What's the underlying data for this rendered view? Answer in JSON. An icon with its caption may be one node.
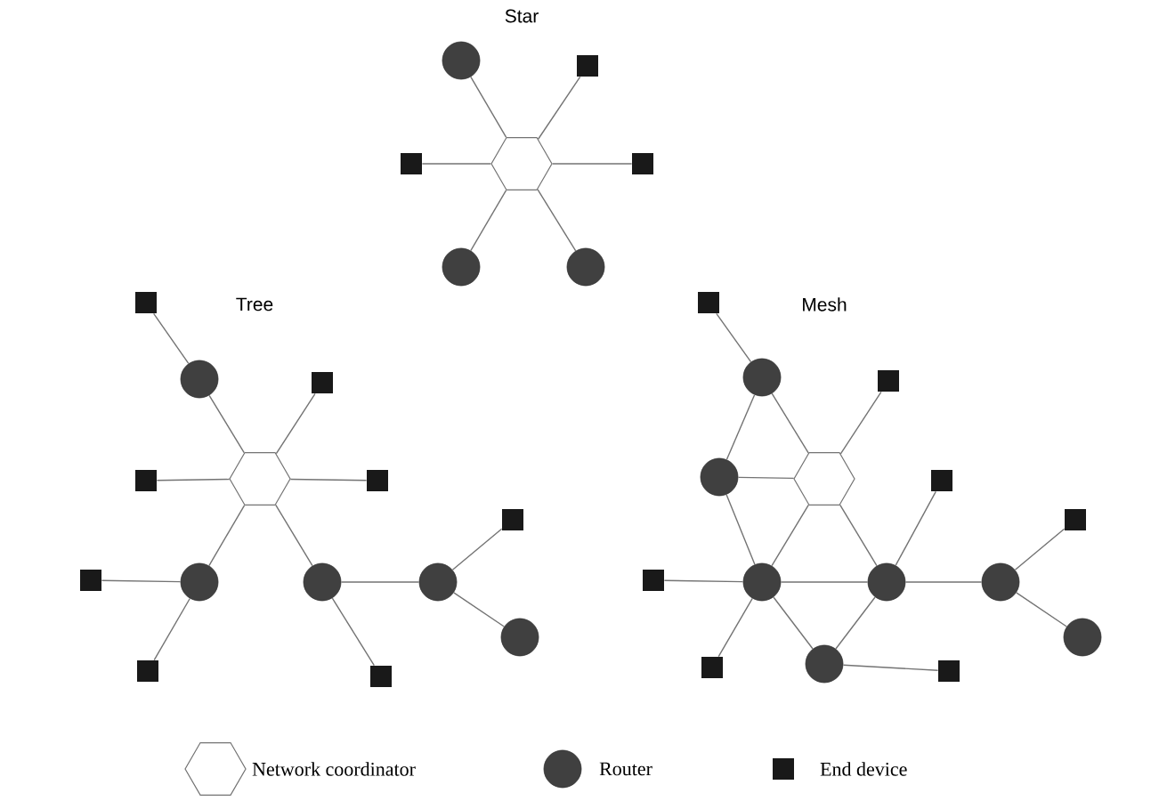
{
  "diagram": {
    "nodes": [
      {
        "text": [],
        "shape": "hexagon"
      },
      {
        "text": [],
        "shape": "circle"
      },
      {
        "text": [],
        "shape": "box"
      },
      {
        "text": [],
        "shape": "box"
      },
      {
        "text": [],
        "shape": "box"
      },
      {
        "text": [],
        "shape": "circle"
      },
      {
        "text": [],
        "shape": "circle"
      },
      {
        "text": [],
        "shape": "box"
      },
      {
        "text": [],
        "shape": "circle"
      },
      {
        "text": [],
        "shape": "box"
      },
      {
        "text": [],
        "shape": "hexagon"
      },
      {
        "text": [],
        "shape": "box"
      },
      {
        "text": [],
        "shape": "box"
      },
      {
        "text": [],
        "shape": "box"
      },
      {
        "text": [],
        "shape": "box"
      },
      {
        "text": [],
        "shape": "circle"
      },
      {
        "text": [],
        "shape": "circle"
      },
      {
        "text": [],
        "shape": "circle"
      },
      {
        "text": [],
        "shape": "circle"
      },
      {
        "text": [],
        "shape": "box"
      },
      {
        "text": [],
        "shape": "box"
      },
      {
        "text": [],
        "shape": "box"
      },
      {
        "text": [],
        "shape": "circle"
      },
      {
        "text": [],
        "shape": "box"
      },
      {
        "text": [],
        "shape": "circle"
      },
      {
        "text": [],
        "shape": "hexagon"
      },
      {
        "text": [],
        "shape": "box"
      },
      {
        "text": [],
        "shape": "box"
      },
      {
        "text": [],
        "shape": "box"
      },
      {
        "text": [],
        "shape": "circle"
      },
      {
        "text": [],
        "shape": "circle"
      },
      {
        "text": [],
        "shape": "circle"
      },
      {
        "text": [],
        "shape": "circle"
      },
      {
        "text": [],
        "shape": "circle"
      },
      {
        "text": [],
        "shape": "box"
      },
      {
        "text": [],
        "shape": "box"
      }
    ],
    "edges": [
      {
        "from": 0,
        "to": 1,
        "arrow": "none"
      },
      {
        "from": 0,
        "to": 2,
        "arrow": "none"
      },
      {
        "from": 0,
        "to": 3,
        "arrow": "none"
      },
      {
        "from": 0,
        "to": 4,
        "arrow": "none"
      },
      {
        "from": 0,
        "to": 5,
        "arrow": "none"
      },
      {
        "from": 0,
        "to": 6,
        "arrow": "none"
      },
      {
        "from": 10,
        "to": 8,
        "arrow": "none"
      },
      {
        "from": 8,
        "to": 7,
        "arrow": "none"
      },
      {
        "from": 10,
        "to": 9,
        "arrow": "none"
      },
      {
        "from": 10,
        "to": 11,
        "arrow": "none"
      },
      {
        "from": 10,
        "to": 12,
        "arrow": "none"
      },
      {
        "from": 10,
        "to": 15,
        "arrow": "none"
      },
      {
        "from": 10,
        "to": 16,
        "arrow": "none"
      },
      {
        "from": 15,
        "to": 14,
        "arrow": "none"
      },
      {
        "from": 15,
        "to": 19,
        "arrow": "none"
      },
      {
        "from": 16,
        "to": 20,
        "arrow": "none"
      },
      {
        "from": 16,
        "to": 17,
        "arrow": "none"
      },
      {
        "from": 17,
        "to": 13,
        "arrow": "none"
      },
      {
        "from": 17,
        "to": 18,
        "arrow": "none"
      },
      {
        "from": 21,
        "to": 22,
        "arrow": "none"
      },
      {
        "from": 22,
        "to": 24,
        "arrow": "none"
      },
      {
        "from": 22,
        "to": 25,
        "arrow": "none"
      },
      {
        "from": 24,
        "to": 25,
        "arrow": "none"
      },
      {
        "from": 24,
        "to": 29,
        "arrow": "none"
      },
      {
        "from": 25,
        "to": 29,
        "arrow": "none"
      },
      {
        "from": 25,
        "to": 30,
        "arrow": "none"
      },
      {
        "from": 25,
        "to": 23,
        "arrow": "none"
      },
      {
        "from": 30,
        "to": 26,
        "arrow": "none"
      },
      {
        "from": 29,
        "to": 30,
        "arrow": "none"
      },
      {
        "from": 29,
        "to": 28,
        "arrow": "none"
      },
      {
        "from": 29,
        "to": 34,
        "arrow": "none"
      },
      {
        "from": 29,
        "to": 33,
        "arrow": "none"
      },
      {
        "from": 33,
        "to": 30,
        "arrow": "none"
      },
      {
        "from": 33,
        "to": 35,
        "arrow": "none"
      },
      {
        "from": 30,
        "to": 31,
        "arrow": "none"
      },
      {
        "from": 31,
        "to": 27,
        "arrow": "none"
      },
      {
        "from": 31,
        "to": 32,
        "arrow": "none"
      }
    ],
    "labels": [
      "Star",
      "Tree",
      "Mesh"
    ],
    "legend": [
      {
        "text": "Network coordinator"
      },
      {
        "text": "Router"
      },
      {
        "text": "End device"
      }
    ]
  }
}
